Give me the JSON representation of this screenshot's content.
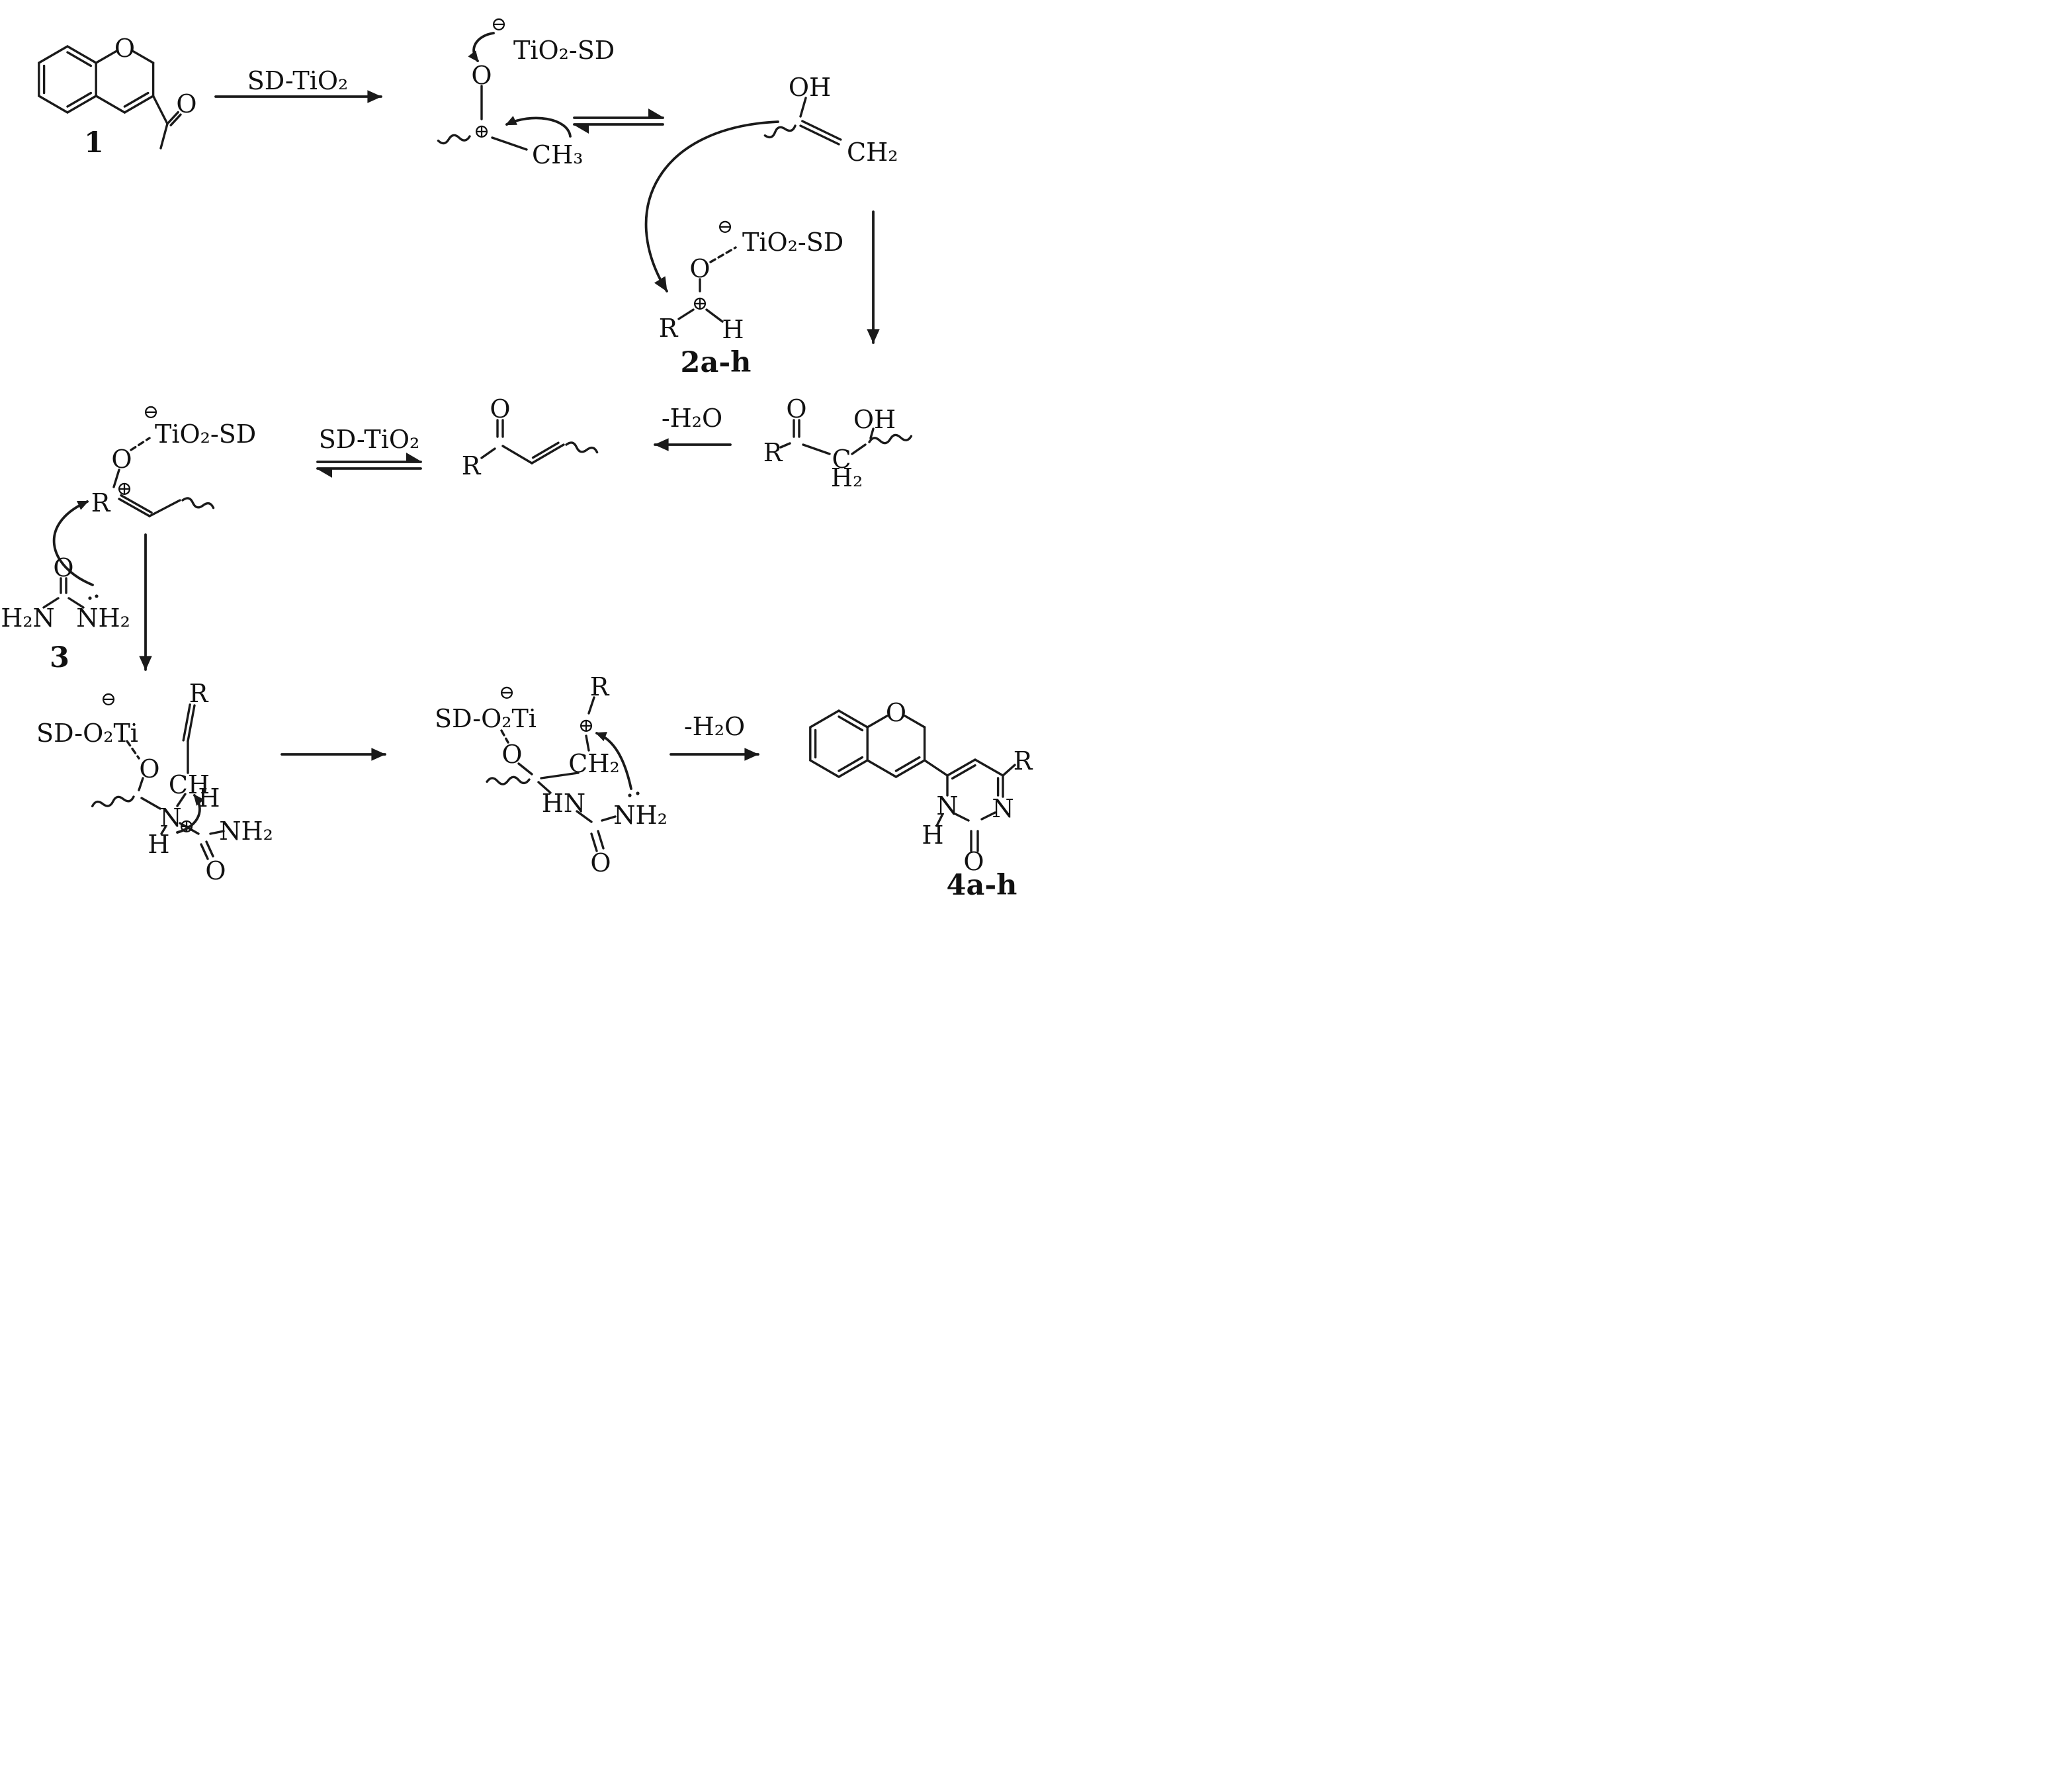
{
  "scheme": {
    "arrow1_label": "SD-TiO₂",
    "equilib2_label": "SD-TiO₂",
    "dehydration1_label": "-H₂O",
    "dehydration2_label": "-H₂O",
    "compound1": "1",
    "compound2": "2a-h",
    "compound3": "3",
    "compound4": "4a-h"
  },
  "chromene1": {
    "ring_o": "O",
    "carbonyl_o": "O"
  },
  "surfaceCation": {
    "minus": "⊖",
    "tio2sd": "TiO₂-SD",
    "o": "O",
    "plus": "⊕",
    "ch3": "CH₃"
  },
  "enol": {
    "oh": "OH",
    "ch2": "CH₂"
  },
  "acylium": {
    "minus": "⊖",
    "tio2sd": "TiO₂-SD",
    "o": "O",
    "plus": "⊕",
    "r": "R",
    "h": "H"
  },
  "hydroxyketone": {
    "o": "O",
    "oh": "OH",
    "r": "R",
    "c": "C",
    "h2": "H₂"
  },
  "enone": {
    "o": "O",
    "r": "R"
  },
  "boundEnone": {
    "minus": "⊖",
    "tio2sd": "TiO₂-SD",
    "o": "O",
    "r": "R",
    "plus": "⊕"
  },
  "urea": {
    "o": "O",
    "h2n": "H₂N",
    "nh2": "NH₂"
  },
  "michaelAdduct": {
    "minus": "⊖",
    "ti": "SD-O₂Ti",
    "o": "O",
    "r": "R",
    "ch": "CH",
    "h_on_c": "H",
    "n": "N",
    "plus": "⊕",
    "h_on_n": "H",
    "nh2": "NH₂",
    "carbonyl_o": "O"
  },
  "cycIntermediate": {
    "minus": "⊖",
    "ti": "SD-O₂Ti",
    "r": "R",
    "plus": "⊕",
    "o": "O",
    "ch2": "CH₂",
    "hn": "HN",
    "nh2": "NH₂",
    "carbonyl_o": "O"
  },
  "product": {
    "ring_o": "O",
    "r": "R",
    "n1": "N",
    "h_n1": "H",
    "n3": "N",
    "carbonyl_o": "O"
  }
}
